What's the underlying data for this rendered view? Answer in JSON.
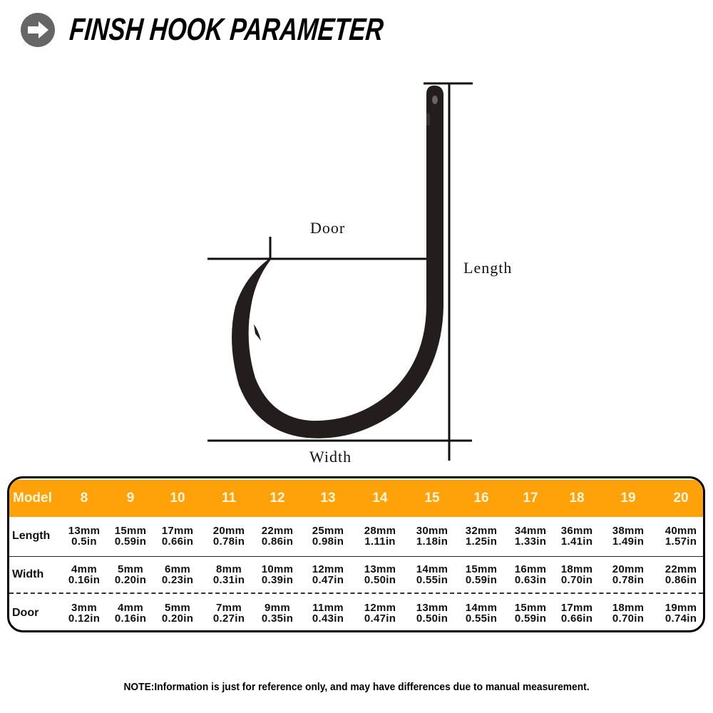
{
  "header": {
    "icon": "arrow-right-circle-icon",
    "title": "FINSH HOOK PARAMETER"
  },
  "diagram": {
    "labels": {
      "door": "Door",
      "length": "Length",
      "width": "Width"
    }
  },
  "table": {
    "header_label": "Model",
    "models": [
      "8",
      "9",
      "10",
      "11",
      "12",
      "13",
      "14",
      "15",
      "16",
      "17",
      "18",
      "19",
      "20"
    ],
    "rows": [
      {
        "label": "Length",
        "values": [
          {
            "mm": "13mm",
            "in": "0.5in"
          },
          {
            "mm": "15mm",
            "in": "0.59in"
          },
          {
            "mm": "17mm",
            "in": "0.66in"
          },
          {
            "mm": "20mm",
            "in": "0.78in"
          },
          {
            "mm": "22mm",
            "in": "0.86in"
          },
          {
            "mm": "25mm",
            "in": "0.98in"
          },
          {
            "mm": "28mm",
            "in": "1.11in"
          },
          {
            "mm": "30mm",
            "in": "1.18in"
          },
          {
            "mm": "32mm",
            "in": "1.25in"
          },
          {
            "mm": "34mm",
            "in": "1.33in"
          },
          {
            "mm": "36mm",
            "in": "1.41in"
          },
          {
            "mm": "38mm",
            "in": "1.49in"
          },
          {
            "mm": "40mm",
            "in": "1.57in"
          }
        ]
      },
      {
        "label": "Width",
        "values": [
          {
            "mm": "4mm",
            "in": "0.16in"
          },
          {
            "mm": "5mm",
            "in": "0.20in"
          },
          {
            "mm": "6mm",
            "in": "0.23in"
          },
          {
            "mm": "8mm",
            "in": "0.31in"
          },
          {
            "mm": "10mm",
            "in": "0.39in"
          },
          {
            "mm": "12mm",
            "in": "0.47in"
          },
          {
            "mm": "13mm",
            "in": "0.50in"
          },
          {
            "mm": "14mm",
            "in": "0.55in"
          },
          {
            "mm": "15mm",
            "in": "0.59in"
          },
          {
            "mm": "16mm",
            "in": "0.63in"
          },
          {
            "mm": "18mm",
            "in": "0.70in"
          },
          {
            "mm": "20mm",
            "in": "0.78in"
          },
          {
            "mm": "22mm",
            "in": "0.86in"
          }
        ]
      },
      {
        "label": "Door",
        "values": [
          {
            "mm": "3mm",
            "in": "0.12in"
          },
          {
            "mm": "4mm",
            "in": "0.16in"
          },
          {
            "mm": "5mm",
            "in": "0.20in"
          },
          {
            "mm": "7mm",
            "in": "0.27in"
          },
          {
            "mm": "9mm",
            "in": "0.35in"
          },
          {
            "mm": "11mm",
            "in": "0.43in"
          },
          {
            "mm": "12mm",
            "in": "0.47in"
          },
          {
            "mm": "13mm",
            "in": "0.50in"
          },
          {
            "mm": "14mm",
            "in": "0.55in"
          },
          {
            "mm": "15mm",
            "in": "0.59in"
          },
          {
            "mm": "17mm",
            "in": "0.66in"
          },
          {
            "mm": "18mm",
            "in": "0.70in"
          },
          {
            "mm": "19mm",
            "in": "0.74in"
          }
        ]
      }
    ],
    "colors": {
      "header_bg": "#FFA20A",
      "header_text": "#FFF5DC",
      "border": "#000000"
    }
  },
  "note": "NOTE:Information is just for reference only, and may have differences due to manual measurement."
}
